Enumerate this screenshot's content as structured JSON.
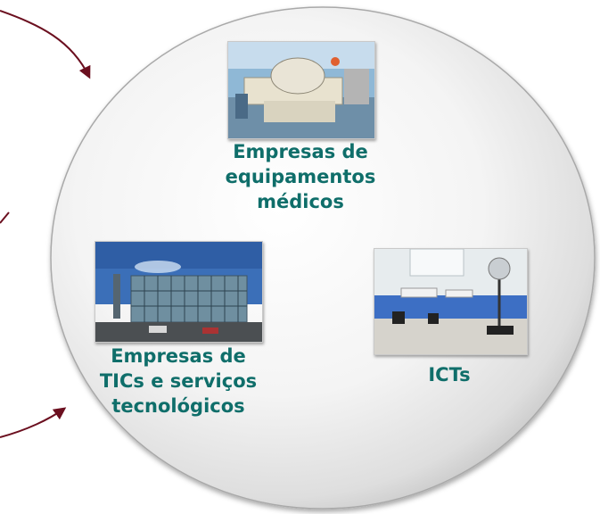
{
  "colors": {
    "label": "#0f6e6a",
    "arrow": "#6b0f1f",
    "ellipse_fill_light": "#ffffff",
    "ellipse_fill_dark": "#bcbcbc"
  },
  "nodes": {
    "medical": {
      "lines": [
        "Empresas de",
        "equipamentos",
        "médicos"
      ],
      "image": "medical-equipment-photo"
    },
    "tics": {
      "lines": [
        "Empresas de",
        "TICs e serviços",
        "tecnológicos"
      ],
      "image": "office-building-photo"
    },
    "icts": {
      "lines": [
        "ICTs"
      ],
      "image": "laboratory-photo"
    }
  }
}
